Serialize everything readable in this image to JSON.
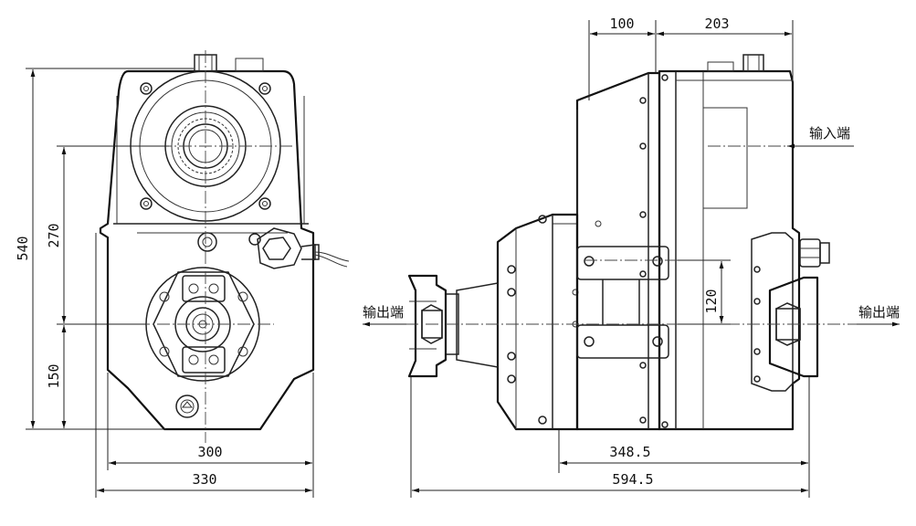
{
  "dimensions": {
    "front_height_total": "540",
    "front_height_upper": "270",
    "front_height_lower": "150",
    "front_width_inner": "300",
    "front_width_outer": "330",
    "side_top_left": "100",
    "side_top_right": "203",
    "side_mid": "120",
    "side_bottom_inner": "348.5",
    "side_bottom_outer": "594.5"
  },
  "labels": {
    "input_end": "输入端",
    "output_end_left": "输出端",
    "output_end_right": "输出端"
  }
}
